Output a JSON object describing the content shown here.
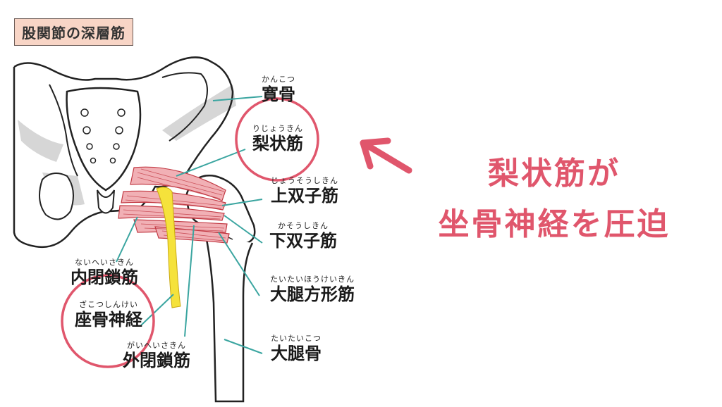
{
  "header": {
    "title": "股関節の深層筋"
  },
  "labels": {
    "ilium": {
      "ruby": "かんこつ",
      "name": "寛骨"
    },
    "piriformis": {
      "ruby": "りじょうきん",
      "name": "梨状筋"
    },
    "gemellus_superior": {
      "ruby": "じょうそうしきん",
      "name": "上双子筋"
    },
    "gemellus_inferior": {
      "ruby": "かそうしきん",
      "name": "下双子筋"
    },
    "quadratus_femoris": {
      "ruby": "たいたいほうけいきん",
      "name": "大腿方形筋"
    },
    "femur": {
      "ruby": "たいたいこつ",
      "name": "大腿骨"
    },
    "obturator_internus": {
      "ruby": "ないへいさきん",
      "name": "内閉鎖筋"
    },
    "sciatic_nerve": {
      "ruby": "ざこつしんけい",
      "name": "座骨神経"
    },
    "obturator_externus": {
      "ruby": "がいへいさきん",
      "name": "外閉鎖筋"
    }
  },
  "headline": {
    "line1": "梨状筋が",
    "line2": "坐骨神経を圧迫"
  },
  "colors": {
    "accent": "#e0566c",
    "nerve": "#f5e23b",
    "muscle": "#e07a80",
    "leader": "#3aa5a0",
    "bone_shadow": "#d6d6d6"
  }
}
